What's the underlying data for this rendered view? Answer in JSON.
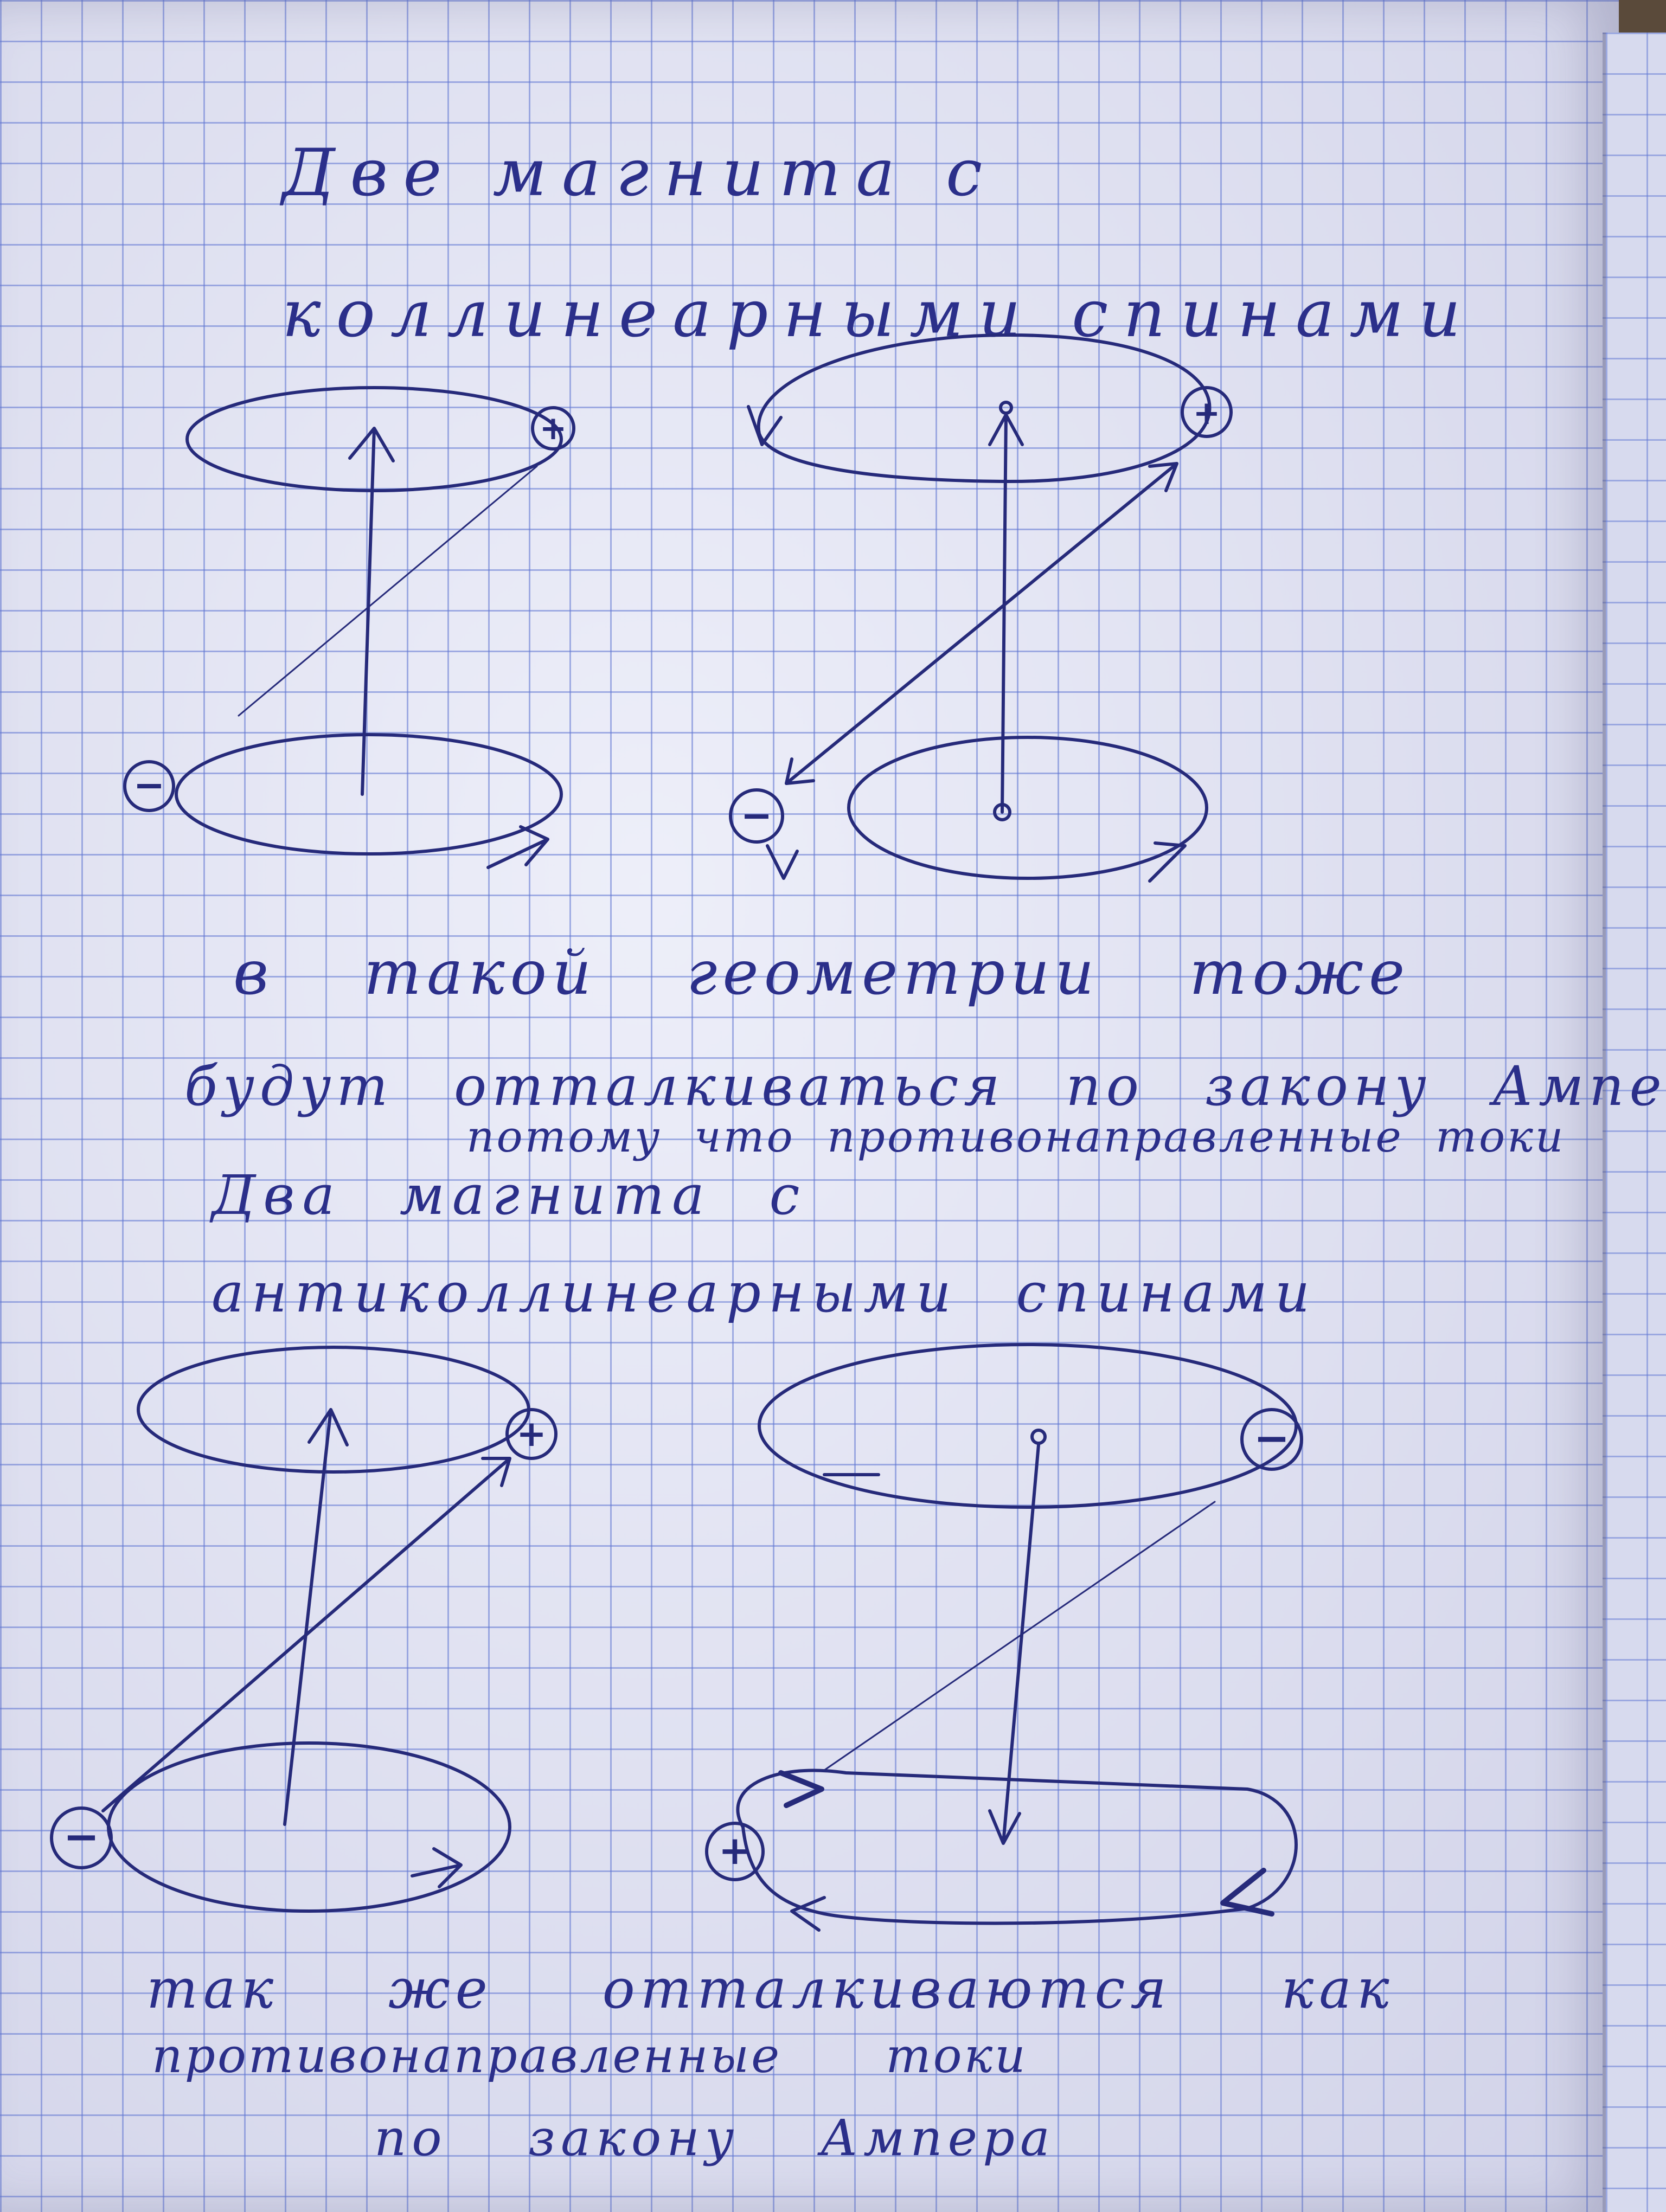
{
  "headings": {
    "collinear": "Две магнита с коллинеарными спинами",
    "anticollinear": "Два магнита с антиколлинеарными спинами"
  },
  "notes": {
    "line1": "в такой геометрии тоже",
    "line2": "будут отталкиваться по закону Ампера",
    "line3": "потому что противонаправленные токи",
    "bottom1": "так же отталкиваются как",
    "bottom2": "противонаправленные токи",
    "bottom3": "по закону Ампера"
  },
  "signs": {
    "plus": "+",
    "minus": "−"
  },
  "colors": {
    "ink": "#2b2f8a",
    "grid": "#6076d2",
    "paper": "#e4e6f6"
  }
}
